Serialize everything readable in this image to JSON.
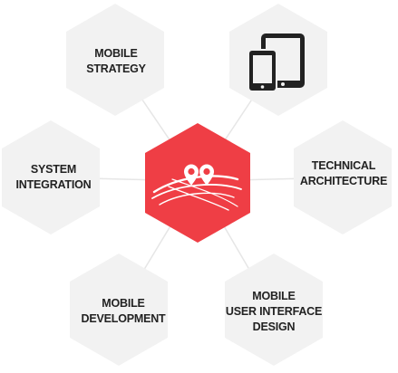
{
  "colors": {
    "hex_fill": "#f2f2f2",
    "center_fill": "#ef3e45",
    "connector": "#e6e6e6",
    "label": "#222222",
    "icon": "#222222",
    "center_icon": "#ffffff"
  },
  "center": {
    "icon": "map-pins-icon"
  },
  "nodes": {
    "mobile_strategy": {
      "line1": "MOBILE",
      "line2": "STRATEGY"
    },
    "devices": {
      "icon": "tablet-phone-icon"
    },
    "system_integration": {
      "line1": "SYSTEM",
      "line2": "INTEGRATION"
    },
    "technical_architecture": {
      "line1": "TECHNICAL",
      "line2": "ARCHITECTURE"
    },
    "mobile_development": {
      "line1": "MOBILE",
      "line2": "DEVELOPMENT"
    },
    "mobile_ui_design": {
      "line1": "MOBILE",
      "line2": "USER INTERFACE",
      "line3": "DESIGN"
    }
  }
}
